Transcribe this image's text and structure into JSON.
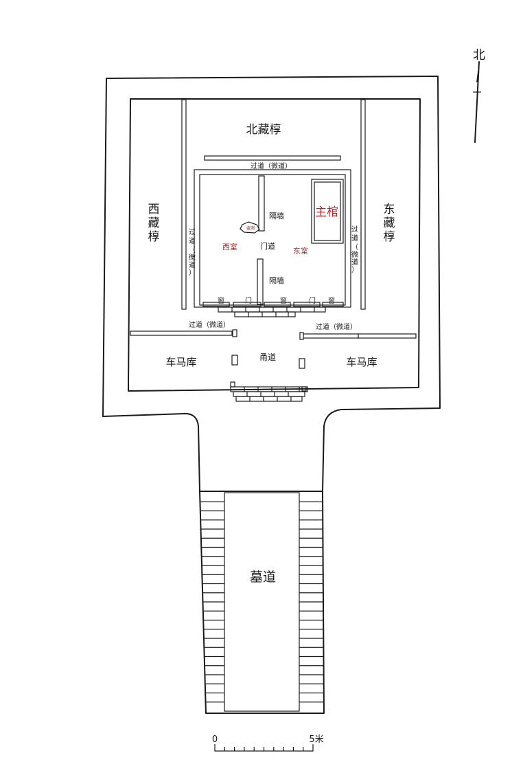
{
  "north_label": "北",
  "labels": {
    "north_store": "北藏椁",
    "west_store": [
      "西",
      "藏",
      "椁"
    ],
    "east_store": [
      "东",
      "藏",
      "椁"
    ],
    "corridor_top": "过道（微道）",
    "corridor_left": [
      "过",
      "道",
      "（",
      "微",
      "道",
      "）"
    ],
    "corridor_right": [
      "过",
      "道",
      "（",
      "微",
      "道",
      "）"
    ],
    "corridor_bottom_left": "过道（微道）",
    "corridor_bottom_right": "过道（微道）",
    "partition_upper": "隔墙",
    "partition_lower": "隔墙",
    "west_room": "西室",
    "east_room": "东室",
    "main_coffin": "主棺",
    "doorway": "门道",
    "hole": "盗洞",
    "windows": [
      "窗",
      "窗",
      "窗"
    ],
    "doors": [
      "门",
      "门"
    ],
    "passage": "甬道",
    "chariot_left": "车马库",
    "chariot_right": "车马库",
    "tomb_passage": "墓道"
  },
  "scale": {
    "start": "0",
    "end": "5米"
  },
  "colors": {
    "ink": "#1a1a1a",
    "red": "#b3262b"
  }
}
